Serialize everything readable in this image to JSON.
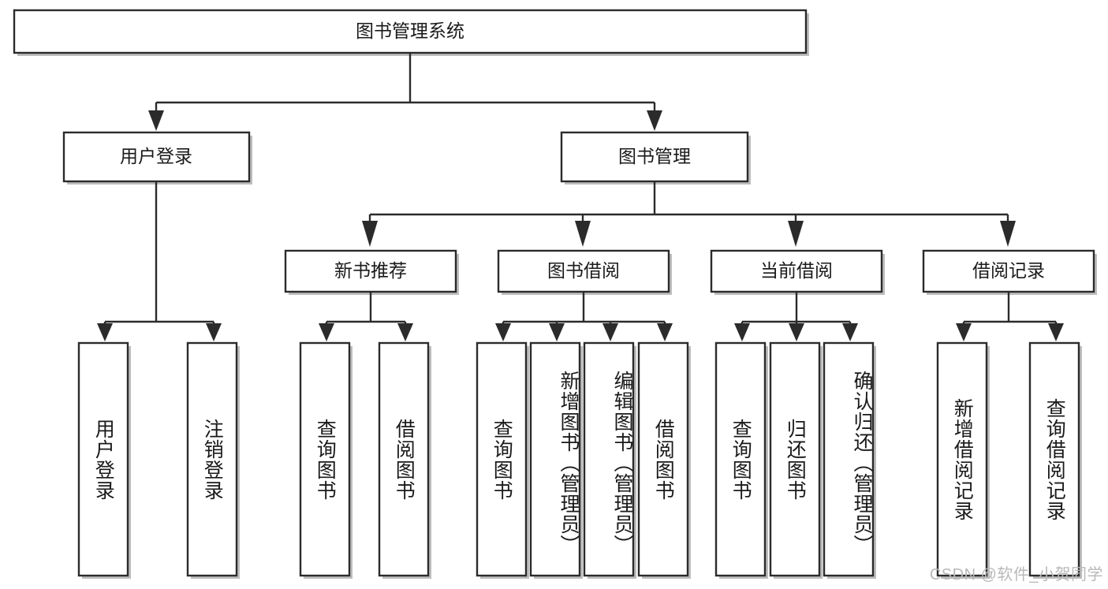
{
  "diagram": {
    "type": "tree",
    "title": "图书管理系统",
    "watermark": "CSDN @软件_小贺同学",
    "colors": {
      "stroke": "#2b2b2b",
      "fill": "#ffffff",
      "text": "#1a1a1a",
      "shadow": "#bdbdbd",
      "watermark": "#b9b9b9"
    },
    "levels": {
      "root": {
        "label": "图书管理系统"
      },
      "level2": [
        {
          "label": "用户登录"
        },
        {
          "label": "图书管理"
        }
      ],
      "level3": [
        {
          "label": "新书推荐"
        },
        {
          "label": "图书借阅"
        },
        {
          "label": "当前借阅"
        },
        {
          "label": "借阅记录"
        }
      ],
      "level4": [
        {
          "label": "用户登录",
          "parent": "用户登录"
        },
        {
          "label": "注销登录",
          "parent": "用户登录"
        },
        {
          "label": "查询图书",
          "parent": "新书推荐"
        },
        {
          "label": "借阅图书",
          "parent": "新书推荐"
        },
        {
          "label": "查询图书",
          "parent": "图书借阅"
        },
        {
          "label": "新增图书（管理员）",
          "parent": "图书借阅"
        },
        {
          "label": "编辑图书（管理员）",
          "parent": "图书借阅"
        },
        {
          "label": "借阅图书",
          "parent": "图书借阅"
        },
        {
          "label": "查询图书",
          "parent": "当前借阅"
        },
        {
          "label": "归还图书",
          "parent": "当前借阅"
        },
        {
          "label": "确认归还（管理员）",
          "parent": "当前借阅"
        },
        {
          "label": "新增借阅记录",
          "parent": "借阅记录"
        },
        {
          "label": "查询借阅记录",
          "parent": "借阅记录"
        }
      ]
    }
  }
}
